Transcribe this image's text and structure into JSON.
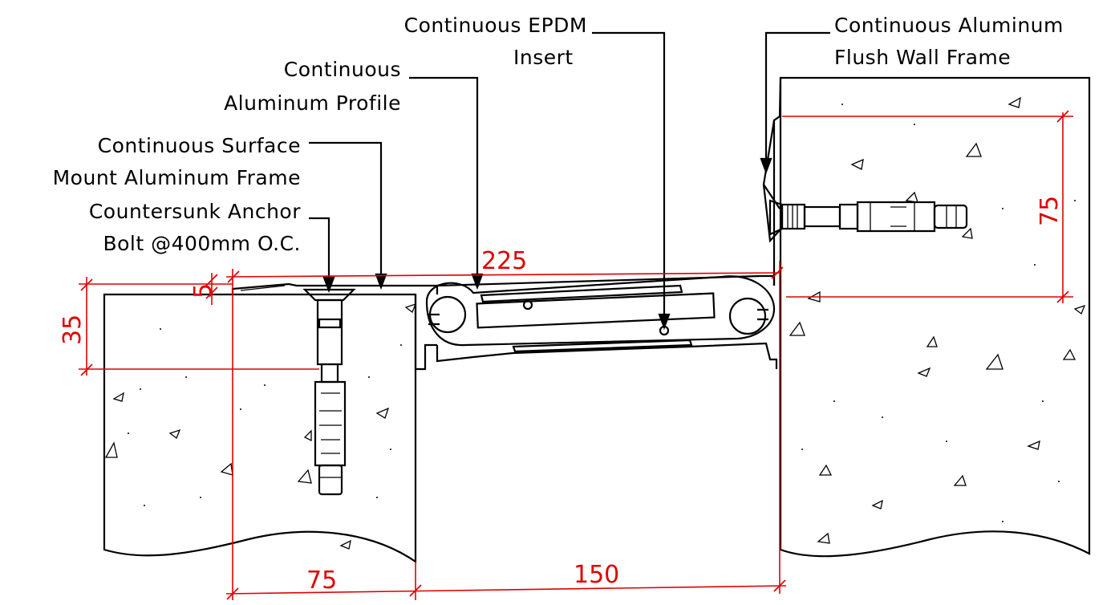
{
  "labels": {
    "epdm_line1": "Continuous EPDM",
    "epdm_line2": "Insert",
    "flush_line1": "Continuous Aluminum",
    "flush_line2": "Flush Wall Frame",
    "profile_line1": "Continuous",
    "profile_line2": "Aluminum Profile",
    "surface_line1": "Continuous Surface",
    "surface_line2": "Mount Aluminum Frame",
    "anchor_line1": "Countersunk Anchor",
    "anchor_line2": "Bolt @400mm O.C."
  },
  "dimensions": {
    "total_width": "225",
    "frame_thickness": "5",
    "frame_depth": "35",
    "wall_frame_height": "75",
    "left_offset": "75",
    "gap_width": "150"
  },
  "colors": {
    "dimension": "#e00000",
    "linework": "#000000",
    "background": "#ffffff"
  }
}
